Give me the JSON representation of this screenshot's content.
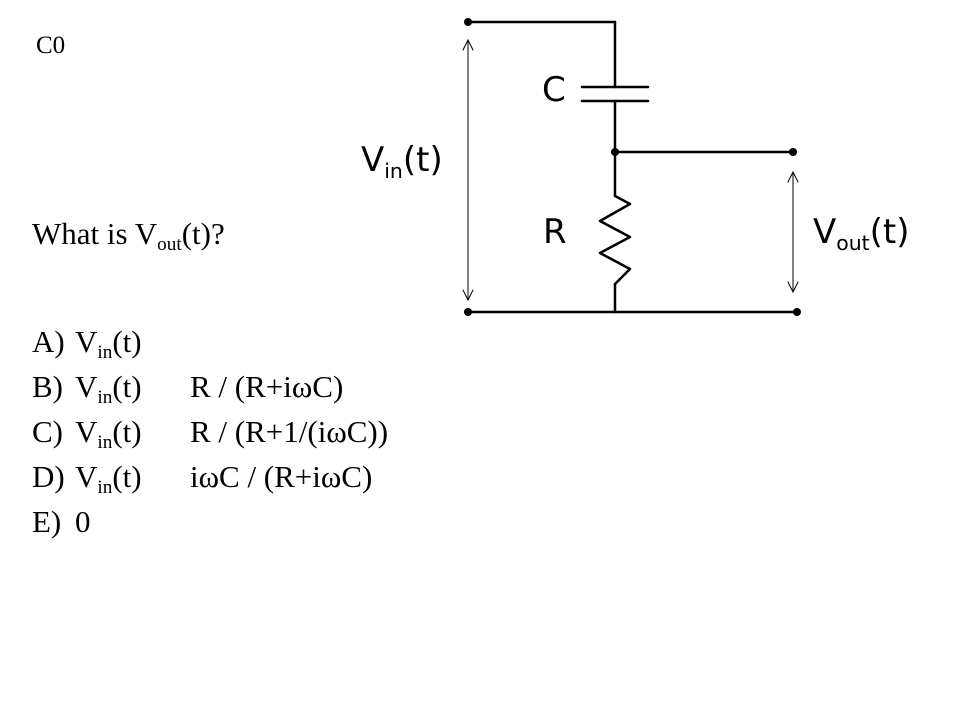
{
  "slide_label": "C0",
  "question": {
    "prefix": "What is V",
    "sub": "out",
    "suffix": "(t)?"
  },
  "options": [
    {
      "letter": "A)",
      "sym": "V",
      "sub": "in",
      "arg": "(t)",
      "expr": ""
    },
    {
      "letter": "B)",
      "sym": "V",
      "sub": "in",
      "arg": "(t)",
      "expr": "R / (R+iωC)"
    },
    {
      "letter": "C)",
      "sym": "V",
      "sub": "in",
      "arg": "(t)",
      "expr": "R / (R+1/(iωC))"
    },
    {
      "letter": "D)",
      "sym": "V",
      "sub": "in",
      "arg": "(t)",
      "expr": "iωC / (R+iωC)"
    },
    {
      "letter": "E)",
      "sym": "0",
      "sub": "",
      "arg": "",
      "expr": ""
    }
  ],
  "circuit": {
    "capacitor_label": "C",
    "resistor_label": "R",
    "vin": {
      "sym": "V",
      "sub": "in",
      "arg": "(t)"
    },
    "vout": {
      "sym": "V",
      "sub": "out",
      "arg": "(t)"
    }
  }
}
